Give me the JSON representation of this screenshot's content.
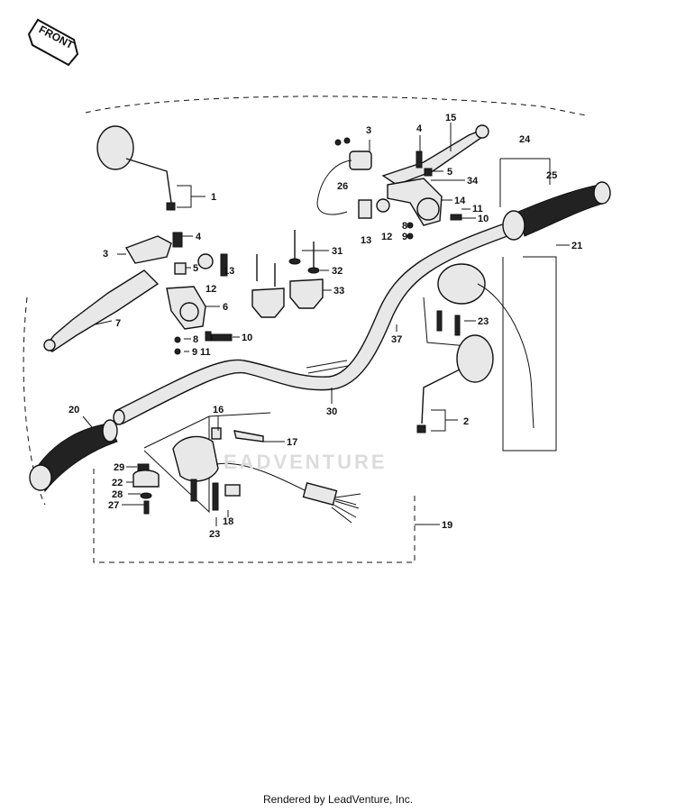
{
  "front_badge": "FRONT",
  "watermark": "EADVENTURE",
  "footer": "Rendered by LeadVenture, Inc.",
  "callouts": {
    "c1": "1",
    "c2": "2",
    "c3a": "3",
    "c3b": "3",
    "c4a": "4",
    "c4b": "4",
    "c5a": "5",
    "c5b": "5",
    "c6": "6",
    "c7": "7",
    "c8a": "8",
    "c8b": "8",
    "c9a": "9",
    "c9b": "9",
    "c10a": "10",
    "c10b": "10",
    "c11a": "11",
    "c11b": "11",
    "c12a": "12",
    "c12b": "12",
    "c13a": "13",
    "c13b": "13",
    "c14": "14",
    "c15": "15",
    "c16": "16",
    "c17": "17",
    "c18": "18",
    "c19": "19",
    "c20": "20",
    "c21": "21",
    "c22": "22",
    "c23a": "23",
    "c23b": "23",
    "c24": "24",
    "c25": "25",
    "c26": "26",
    "c27": "27",
    "c28": "28",
    "c29": "29",
    "c30": "30",
    "c31": "31",
    "c32": "32",
    "c33": "33",
    "c34": "34",
    "c37": "37"
  }
}
